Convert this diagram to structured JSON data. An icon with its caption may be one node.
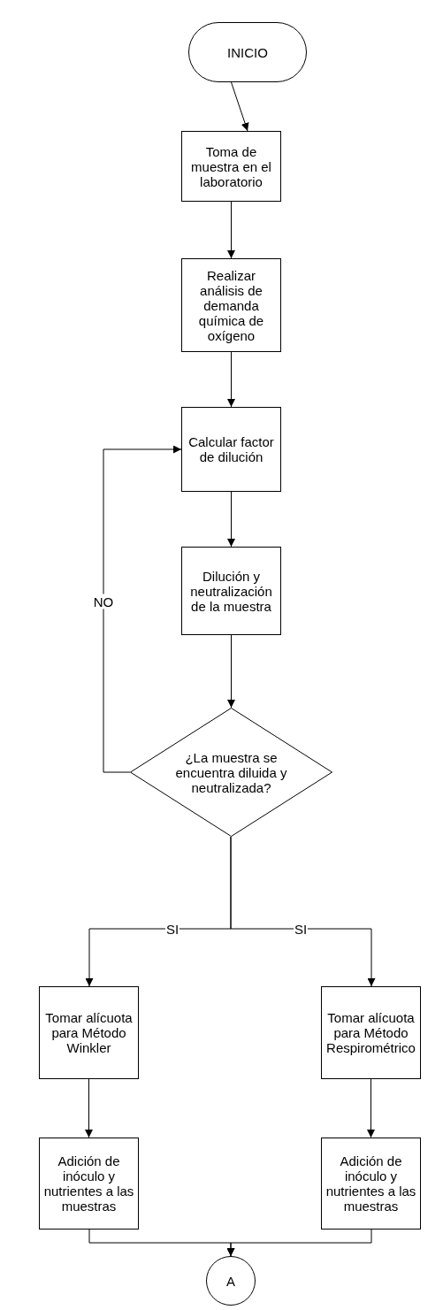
{
  "diagram": {
    "nodes": [
      {
        "text": [
          "INICIO"
        ]
      },
      {
        "text": [
          "Toma de muestra en el laboratorio"
        ]
      },
      {
        "text": [
          "Realizar análisis de demanda química de oxígeno"
        ]
      },
      {
        "text": [
          "Calcular factor de dilución"
        ]
      },
      {
        "text": [
          "Dilución y neutralización de la muestra"
        ]
      },
      {
        "text": [
          "¿La muestra se encuentra diluida y neutralizada?"
        ]
      },
      {
        "text": [
          "Tomar alícuota para Método Winkler"
        ]
      },
      {
        "text": [
          "Tomar alícuota para Método Respirométrico"
        ]
      },
      {
        "text": [
          "Adición de inóculo y nutrientes a las muestras"
        ]
      },
      {
        "text": [
          "Adición de inóculo y nutrientes a las muestras"
        ]
      },
      {
        "text": [
          "A"
        ]
      }
    ],
    "edges": [
      {
        "from": 0,
        "to": 1,
        "arrow": "to"
      },
      {
        "from": 1,
        "to": 2,
        "arrow": "to"
      },
      {
        "from": 2,
        "to": 3,
        "arrow": "to"
      },
      {
        "from": 3,
        "to": 4,
        "arrow": "to"
      },
      {
        "from": 4,
        "to": 5,
        "arrow": "to"
      },
      {
        "from": 5,
        "to": 3,
        "arrow": "to",
        "label": "NO"
      },
      {
        "from": 5,
        "to": 6,
        "arrow": "to",
        "label": "SI"
      },
      {
        "from": 5,
        "to": 7,
        "arrow": "to",
        "label": "SI"
      },
      {
        "from": 6,
        "to": 8,
        "arrow": "to"
      },
      {
        "from": 7,
        "to": 9,
        "arrow": "to"
      },
      {
        "from": 8,
        "to": 10,
        "arrow": "to"
      },
      {
        "from": 9,
        "to": 10,
        "arrow": "to"
      }
    ]
  }
}
